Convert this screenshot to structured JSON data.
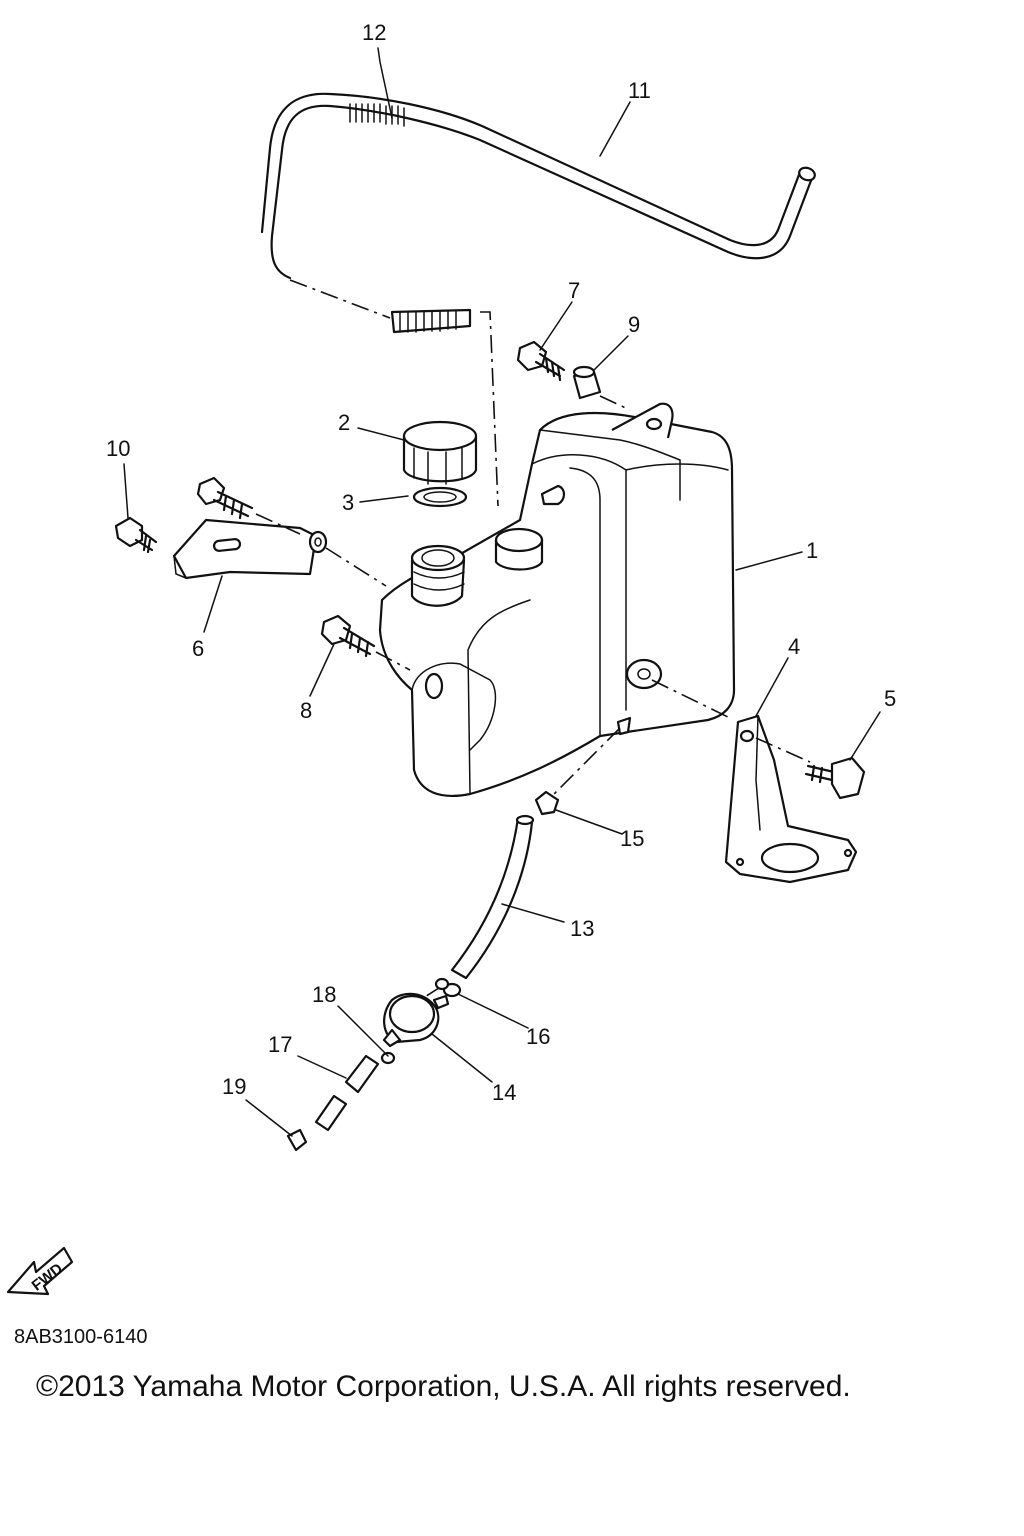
{
  "diagram_code": "8AB3100-6140",
  "copyright": "©2013 Yamaha Motor Corporation, U.S.A. All rights reserved.",
  "fwd_label": "FWD",
  "callouts": {
    "c1": "1",
    "c2": "2",
    "c3": "3",
    "c4": "4",
    "c5": "5",
    "c6": "6",
    "c7": "7",
    "c8": "8",
    "c9": "9",
    "c10": "10",
    "c11": "11",
    "c12": "12",
    "c13": "13",
    "c14": "14",
    "c15": "15",
    "c16": "16",
    "c17": "17",
    "c18": "18",
    "c19": "19"
  }
}
